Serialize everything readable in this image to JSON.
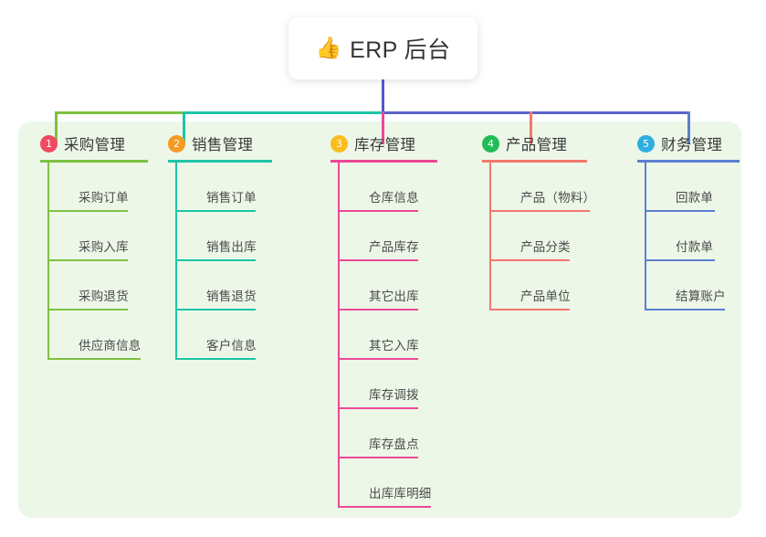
{
  "diagram": {
    "type": "mind-map",
    "root": {
      "icon": "thumbs-up-icon",
      "emoji": "👍",
      "label": "ERP 后台"
    },
    "panel_color": "#edf7e8",
    "trunk_color": "#4a5ac8",
    "branches": [
      {
        "index": "1",
        "badge_color": "#f04a60",
        "line_color": "#7cc242",
        "label": "采购管理",
        "head_rule_width": 118,
        "items": [
          {
            "label": "采购订单",
            "rule_width": 86
          },
          {
            "label": "采购入库",
            "rule_width": 86
          },
          {
            "label": "采购退货",
            "rule_width": 86
          },
          {
            "label": "供应商信息",
            "rule_width": 100
          }
        ]
      },
      {
        "index": "2",
        "badge_color": "#f59a23",
        "line_color": "#1ec3a8",
        "label": "销售管理",
        "head_rule_width": 114,
        "items": [
          {
            "label": "销售订单",
            "rule_width": 86
          },
          {
            "label": "销售出库",
            "rule_width": 86
          },
          {
            "label": "销售退货",
            "rule_width": 86
          },
          {
            "label": "客户信息",
            "rule_width": 86
          }
        ]
      },
      {
        "index": "3",
        "badge_color": "#fbbd1e",
        "line_color": "#ec4899",
        "label": "库存管理",
        "head_rule_width": 117,
        "items": [
          {
            "label": "仓库信息",
            "rule_width": 86
          },
          {
            "label": "产品库存",
            "rule_width": 86
          },
          {
            "label": "其它出库",
            "rule_width": 86
          },
          {
            "label": "其它入库",
            "rule_width": 86
          },
          {
            "label": "库存调拨",
            "rule_width": 86
          },
          {
            "label": "库存盘点",
            "rule_width": 86
          },
          {
            "label": "出库库明细",
            "rule_width": 100
          }
        ]
      },
      {
        "index": "4",
        "badge_color": "#22bb55",
        "line_color": "#f4776e",
        "label": "产品管理",
        "head_rule_width": 115,
        "items": [
          {
            "label": "产品（物料）",
            "rule_width": 108
          },
          {
            "label": "产品分类",
            "rule_width": 86
          },
          {
            "label": "产品单位",
            "rule_width": 86
          }
        ]
      },
      {
        "index": "5",
        "badge_color": "#2eaee0",
        "line_color": "#5b7fd0",
        "label": "财务管理",
        "head_rule_width": 112,
        "items": [
          {
            "label": "回款单",
            "rule_width": 75
          },
          {
            "label": "付款单",
            "rule_width": 75
          },
          {
            "label": "结算账户",
            "rule_width": 86
          }
        ]
      }
    ]
  }
}
